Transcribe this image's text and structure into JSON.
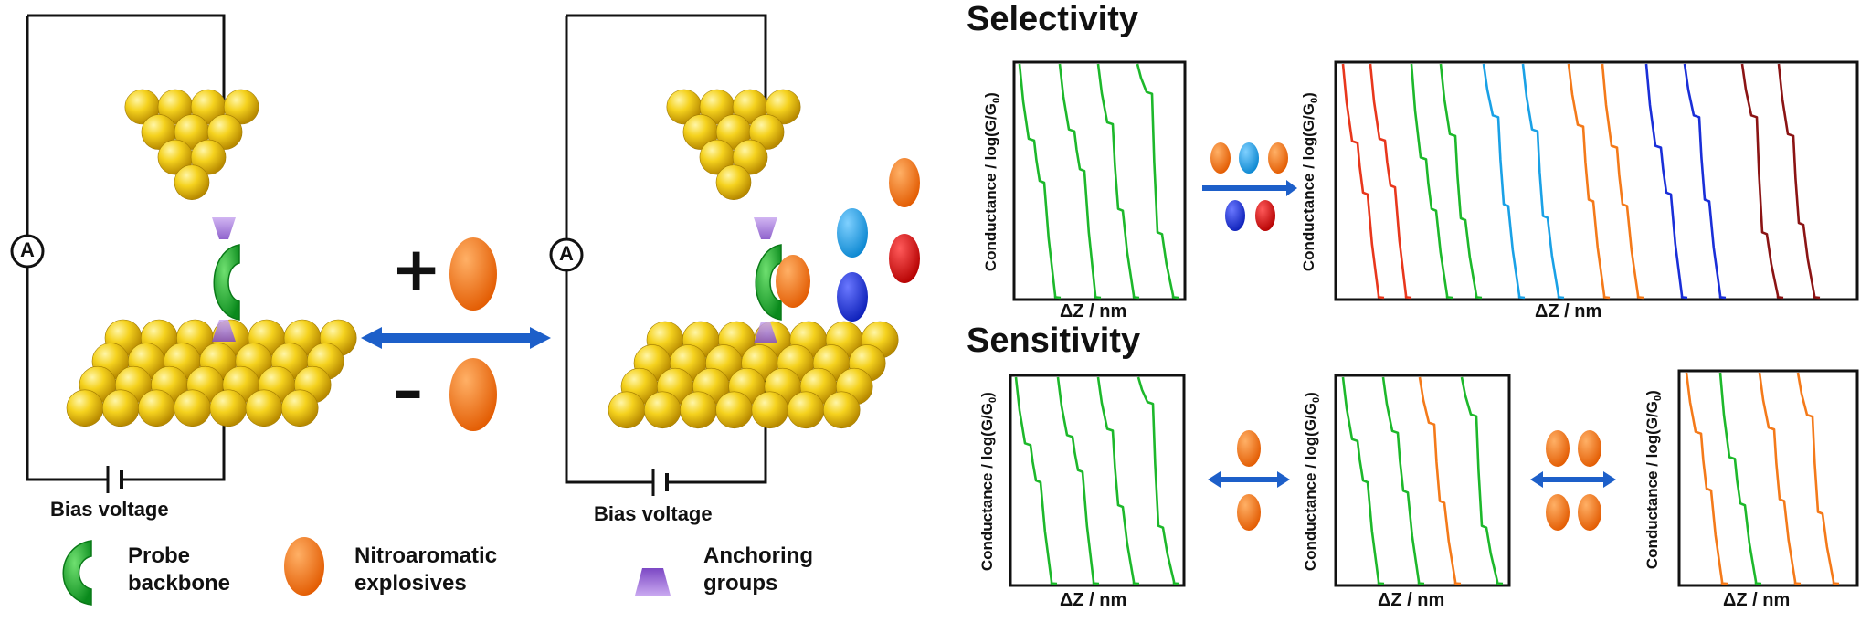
{
  "circuit_left": {
    "ammeter": "A",
    "bias_label": "Bias voltage"
  },
  "circuit_right": {
    "ammeter": "A",
    "bias_label": "Bias voltage"
  },
  "exchange": {
    "plus": "+",
    "minus": "–"
  },
  "legend": [
    {
      "line1": "Probe",
      "line2": "backbone",
      "icon": "probe-backbone-icon"
    },
    {
      "line1": "Nitroaromatic",
      "line2": "explosives",
      "icon": "explosive-ellipse-icon"
    },
    {
      "line1": "Anchoring",
      "line2": "groups",
      "icon": "anchor-trapezoid-icon"
    }
  ],
  "selectivity": {
    "title": "Selectivity"
  },
  "sensitivity": {
    "title": "Sensitivity"
  },
  "axes": {
    "ylabel": "Conductance / log(G/G",
    "ylabel_sub": "0",
    "ylabel_end": ")",
    "xlabel": "ΔZ / nm"
  },
  "colors": {
    "green": "#1db82b",
    "red": "#e8371c",
    "light_blue": "#1aa1e6",
    "orange": "#f47a1a",
    "blue": "#1a2fd8",
    "dark_red": "#8b1414",
    "gold": "#f2c81a",
    "arrow_blue": "#1d5fc9",
    "purple": "#9a6bd6"
  }
}
